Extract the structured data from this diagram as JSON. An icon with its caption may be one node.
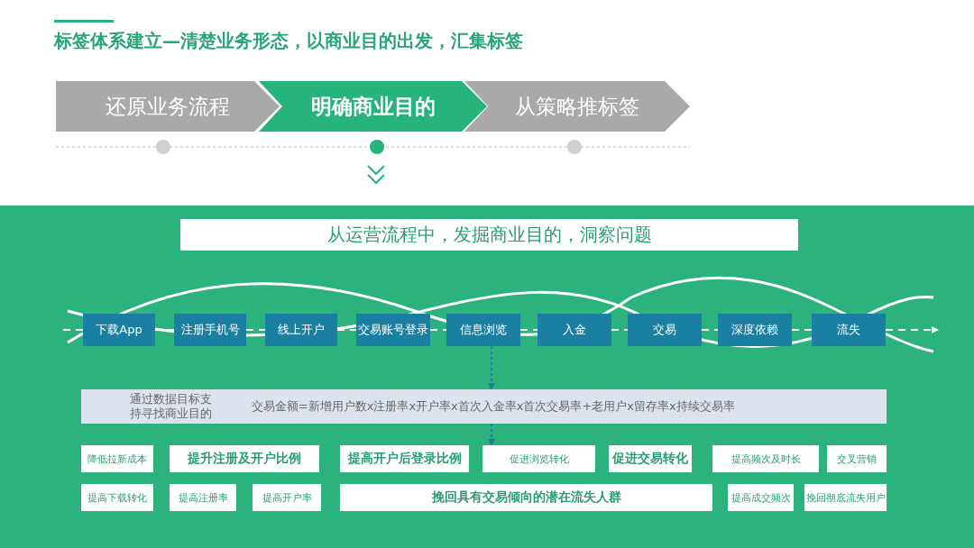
{
  "diagram": {
    "title": "标签体系建立—清楚业务形态，以商业目的出发，汇集标签",
    "nodes": [
      {
        "text": [
          "还原业务流程"
        ]
      },
      {
        "text": [
          "明确商业目的"
        ]
      },
      {
        "text": [
          "从策略推标签"
        ]
      },
      {
        "text": [
          "从运营流程中，发掘商业目的，洞察问题"
        ]
      },
      {
        "text": [
          "下载App"
        ]
      },
      {
        "text": [
          "注册手机号"
        ]
      },
      {
        "text": [
          "线上开户"
        ]
      },
      {
        "text": [
          "交易账号登录"
        ]
      },
      {
        "text": [
          "信息浏览"
        ]
      },
      {
        "text": [
          "入金"
        ]
      },
      {
        "text": [
          "交易"
        ]
      },
      {
        "text": [
          "深度依赖"
        ]
      },
      {
        "text": [
          "流失"
        ]
      },
      {
        "text": [
          "通过数据目标支持寻找商业目的",
          "交易金额=新增用户数x注册率x开户率x首次入金率x首次交易率+老用户x留存率x持续交易率"
        ]
      },
      {
        "text": [
          "降低拉新成本"
        ]
      },
      {
        "text": [
          "提升注册及开户比例"
        ]
      },
      {
        "text": [
          "提高开户后登录比例"
        ]
      },
      {
        "text": [
          "促进浏览转化"
        ]
      },
      {
        "text": [
          "促进交易转化"
        ]
      },
      {
        "text": [
          "提高频次及时长"
        ]
      },
      {
        "text": [
          "交叉营销"
        ]
      },
      {
        "text": [
          "提高下载转化"
        ]
      },
      {
        "text": [
          "提高注册率"
        ]
      },
      {
        "text": [
          "提高开户率"
        ]
      },
      {
        "text": [
          "挽回具有交易倾向的潜在流失人群"
        ]
      },
      {
        "text": [
          "提高成交频次"
        ]
      },
      {
        "text": [
          "挽回彻底流失用户"
        ]
      }
    ],
    "edges": [
      {
        "from": null,
        "to": 4,
        "arrow": "none",
        "style": "dashed"
      },
      {
        "from": 4,
        "to": 5,
        "arrow": "none",
        "style": "dashed"
      },
      {
        "from": 5,
        "to": 6,
        "arrow": "none",
        "style": "dashed"
      },
      {
        "from": 6,
        "to": 7,
        "arrow": "none",
        "style": "dashed"
      },
      {
        "from": 7,
        "to": 8,
        "arrow": "none",
        "style": "dashed"
      },
      {
        "from": 8,
        "to": 9,
        "arrow": "none",
        "style": "dashed"
      },
      {
        "from": 9,
        "to": 10,
        "arrow": "none",
        "style": "dashed"
      },
      {
        "from": 10,
        "to": 11,
        "arrow": "none",
        "style": "dashed"
      },
      {
        "from": 11,
        "to": 12,
        "arrow": "none",
        "style": "dashed"
      },
      {
        "from": 12,
        "to": null,
        "arrow": "to",
        "style": "dashed"
      },
      {
        "from": 8,
        "to": 13,
        "arrow": "to",
        "style": "dashed",
        "color": "#1a7fa0"
      },
      {
        "from": 13,
        "to": 17,
        "arrow": "to",
        "style": "dashed",
        "color": "#1a7fa0"
      }
    ]
  }
}
